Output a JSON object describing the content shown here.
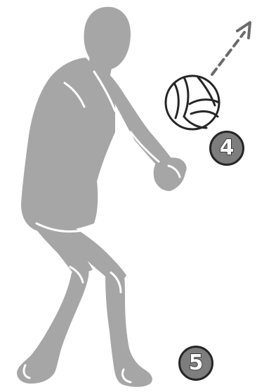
{
  "colors": {
    "figure": "#a6a6a6",
    "figure_highlight": "#ffffff",
    "outline": "#262626",
    "badge_fill": "#7d7d7d",
    "badge_text": "#ffffff",
    "ball_fill": "#ffffff",
    "arrow": "#6b6b6b"
  },
  "steps": {
    "first": "4",
    "second": "5"
  },
  "icons": {
    "player": "volleyball-player-silhouette",
    "ball": "volleyball-icon",
    "trajectory": "dashed-arrow-icon"
  }
}
